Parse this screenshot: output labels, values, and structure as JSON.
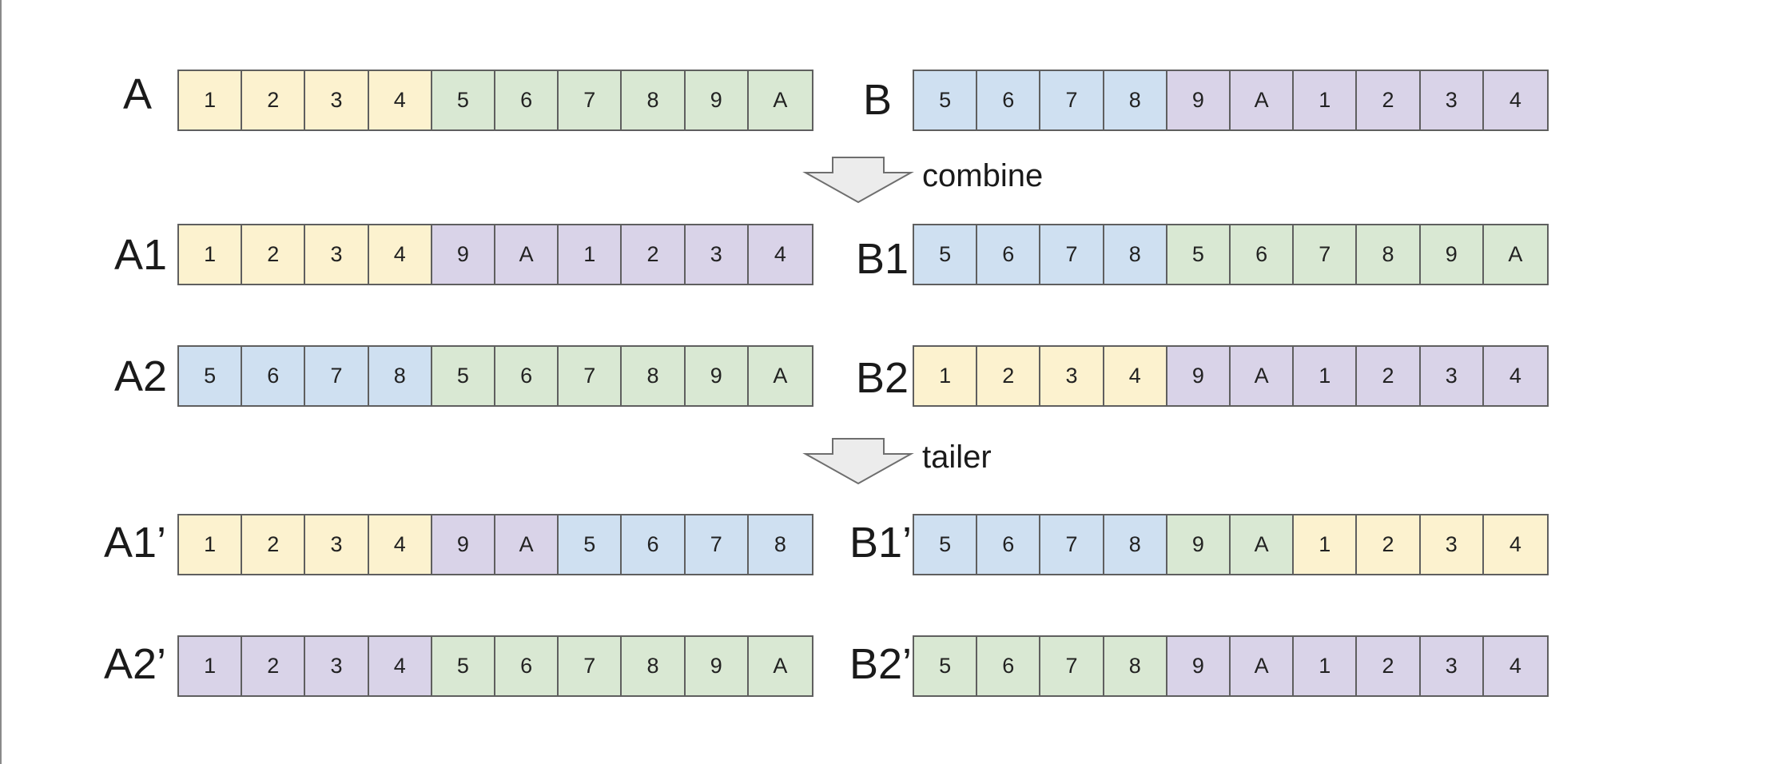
{
  "colors": {
    "yellow": "#fcf2cf",
    "green": "#d9e8d3",
    "blue": "#cfe0f1",
    "purple": "#d9d3e8"
  },
  "steps": {
    "combine": "combine",
    "tailer": "tailer"
  },
  "rows": [
    {
      "id": "A",
      "label": "A",
      "cells": [
        [
          "1",
          "yellow"
        ],
        [
          "2",
          "yellow"
        ],
        [
          "3",
          "yellow"
        ],
        [
          "4",
          "yellow"
        ],
        [
          "5",
          "green"
        ],
        [
          "6",
          "green"
        ],
        [
          "7",
          "green"
        ],
        [
          "8",
          "green"
        ],
        [
          "9",
          "green"
        ],
        [
          "A",
          "green"
        ]
      ]
    },
    {
      "id": "B",
      "label": "B",
      "cells": [
        [
          "5",
          "blue"
        ],
        [
          "6",
          "blue"
        ],
        [
          "7",
          "blue"
        ],
        [
          "8",
          "blue"
        ],
        [
          "9",
          "purple"
        ],
        [
          "A",
          "purple"
        ],
        [
          "1",
          "purple"
        ],
        [
          "2",
          "purple"
        ],
        [
          "3",
          "purple"
        ],
        [
          "4",
          "purple"
        ]
      ]
    },
    {
      "id": "A1",
      "label": "A1",
      "cells": [
        [
          "1",
          "yellow"
        ],
        [
          "2",
          "yellow"
        ],
        [
          "3",
          "yellow"
        ],
        [
          "4",
          "yellow"
        ],
        [
          "9",
          "purple"
        ],
        [
          "A",
          "purple"
        ],
        [
          "1",
          "purple"
        ],
        [
          "2",
          "purple"
        ],
        [
          "3",
          "purple"
        ],
        [
          "4",
          "purple"
        ]
      ]
    },
    {
      "id": "B1",
      "label": "B1",
      "cells": [
        [
          "5",
          "blue"
        ],
        [
          "6",
          "blue"
        ],
        [
          "7",
          "blue"
        ],
        [
          "8",
          "blue"
        ],
        [
          "5",
          "green"
        ],
        [
          "6",
          "green"
        ],
        [
          "7",
          "green"
        ],
        [
          "8",
          "green"
        ],
        [
          "9",
          "green"
        ],
        [
          "A",
          "green"
        ]
      ]
    },
    {
      "id": "A2",
      "label": "A2",
      "cells": [
        [
          "5",
          "blue"
        ],
        [
          "6",
          "blue"
        ],
        [
          "7",
          "blue"
        ],
        [
          "8",
          "blue"
        ],
        [
          "5",
          "green"
        ],
        [
          "6",
          "green"
        ],
        [
          "7",
          "green"
        ],
        [
          "8",
          "green"
        ],
        [
          "9",
          "green"
        ],
        [
          "A",
          "green"
        ]
      ]
    },
    {
      "id": "B2",
      "label": "B2",
      "cells": [
        [
          "1",
          "yellow"
        ],
        [
          "2",
          "yellow"
        ],
        [
          "3",
          "yellow"
        ],
        [
          "4",
          "yellow"
        ],
        [
          "9",
          "purple"
        ],
        [
          "A",
          "purple"
        ],
        [
          "1",
          "purple"
        ],
        [
          "2",
          "purple"
        ],
        [
          "3",
          "purple"
        ],
        [
          "4",
          "purple"
        ]
      ]
    },
    {
      "id": "A1p",
      "label": "A1’",
      "cells": [
        [
          "1",
          "yellow"
        ],
        [
          "2",
          "yellow"
        ],
        [
          "3",
          "yellow"
        ],
        [
          "4",
          "yellow"
        ],
        [
          "9",
          "purple"
        ],
        [
          "A",
          "purple"
        ],
        [
          "5",
          "blue"
        ],
        [
          "6",
          "blue"
        ],
        [
          "7",
          "blue"
        ],
        [
          "8",
          "blue"
        ]
      ]
    },
    {
      "id": "B1p",
      "label": "B1’",
      "cells": [
        [
          "5",
          "blue"
        ],
        [
          "6",
          "blue"
        ],
        [
          "7",
          "blue"
        ],
        [
          "8",
          "blue"
        ],
        [
          "9",
          "green"
        ],
        [
          "A",
          "green"
        ],
        [
          "1",
          "yellow"
        ],
        [
          "2",
          "yellow"
        ],
        [
          "3",
          "yellow"
        ],
        [
          "4",
          "yellow"
        ]
      ]
    },
    {
      "id": "A2p",
      "label": "A2’",
      "cells": [
        [
          "1",
          "purple"
        ],
        [
          "2",
          "purple"
        ],
        [
          "3",
          "purple"
        ],
        [
          "4",
          "purple"
        ],
        [
          "5",
          "green"
        ],
        [
          "6",
          "green"
        ],
        [
          "7",
          "green"
        ],
        [
          "8",
          "green"
        ],
        [
          "9",
          "green"
        ],
        [
          "A",
          "green"
        ]
      ]
    },
    {
      "id": "B2p",
      "label": "B2’",
      "cells": [
        [
          "5",
          "green"
        ],
        [
          "6",
          "green"
        ],
        [
          "7",
          "green"
        ],
        [
          "8",
          "green"
        ],
        [
          "9",
          "purple"
        ],
        [
          "A",
          "purple"
        ],
        [
          "1",
          "purple"
        ],
        [
          "2",
          "purple"
        ],
        [
          "3",
          "purple"
        ],
        [
          "4",
          "purple"
        ]
      ]
    }
  ]
}
